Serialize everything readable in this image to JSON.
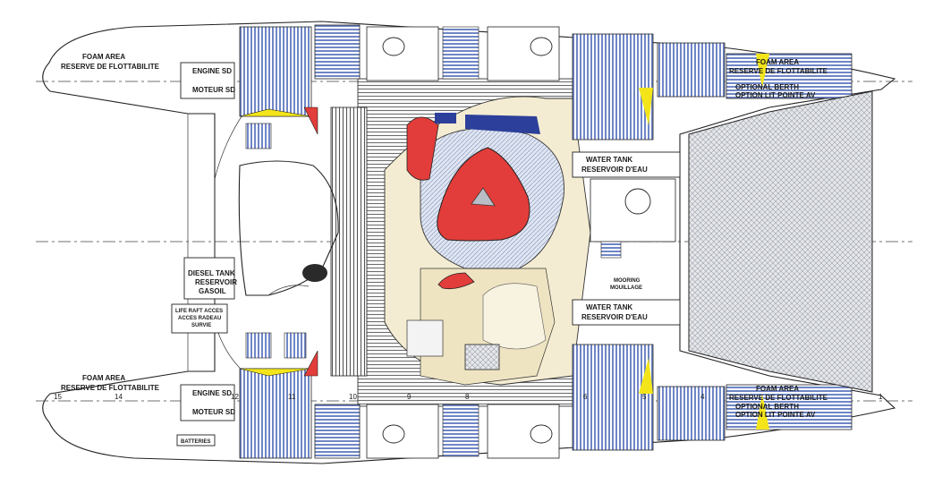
{
  "hull_labels": {
    "port_aft_foam_1": "FOAM AREA",
    "port_aft_foam_2": "RESERVE DE FLOTTABILITE",
    "stbd_aft_foam_1": "FOAM AREA",
    "stbd_aft_foam_2": "RESERVE DE FLOTTABILITE",
    "port_fwd_foam_1": "FOAM AREA",
    "port_fwd_foam_2": "RESERVE DE FLOTTABILITE",
    "stbd_fwd_foam_1": "FOAM AREA",
    "stbd_fwd_foam_2": "RESERVE DE FLOTTABILITE"
  },
  "engines": {
    "port_1": "ENGINE SD",
    "port_2": "MOTEUR SD",
    "stbd_1": "ENGINE SD",
    "stbd_2": "MOTEUR SD"
  },
  "tanks": {
    "diesel_1": "DIESEL TANK",
    "diesel_2": "RESERVOIR",
    "diesel_3": "GASOIL",
    "water_port_1": "WATER TANK",
    "water_port_2": "RESERVOIR D'EAU",
    "water_stbd_1": "WATER TANK",
    "water_stbd_2": "RESERVOIR D'EAU"
  },
  "liferaft": {
    "line1": "LIFE RAFT ACCES",
    "line2": "ACCES RADEAU",
    "line3": "SURVIE"
  },
  "mooring": {
    "line1": "MOORING",
    "line2": "MOUILLAGE"
  },
  "berths": {
    "port_1": "OPTIONAL BERTH",
    "port_2": "OPTION LIT POINTE AV",
    "stbd_1": "OPTIONAL BERTH",
    "stbd_2": "OPTION LIT POINTE AV"
  },
  "batteries": "BATTERIES",
  "stations": [
    "15",
    "14",
    "12",
    "11",
    "10",
    "9",
    "8",
    "6",
    "5",
    "4",
    "1"
  ],
  "colors": {
    "hull_stripe": "#6f86c6",
    "cream": "#f4ecd2",
    "red": "#e23d3a",
    "yellow": "#f3e51a",
    "blue": "#2c3f9a",
    "grey": "#b9bdc6"
  }
}
